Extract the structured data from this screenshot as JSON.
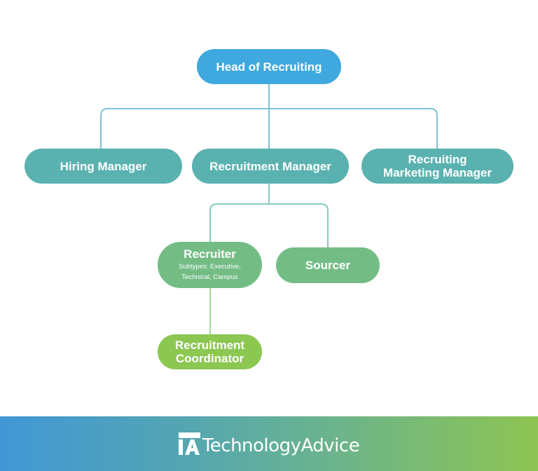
{
  "diagram": {
    "type": "org-chart",
    "root": {
      "label": "Head of Recruiting",
      "color": "#3fa8df"
    },
    "level2": [
      {
        "label": "Hiring Manager",
        "color": "#5ab2b0"
      },
      {
        "label": "Recruitment Manager",
        "color": "#5ab2b0"
      },
      {
        "label_line1": "Recruiting",
        "label_line2": "Marketing Manager",
        "color": "#5ab2b0"
      }
    ],
    "level3": [
      {
        "label": "Recruiter",
        "sublabel_line1": "Subtypes: Executive,",
        "sublabel_line2": "Technical, Campus",
        "color": "#73bd85"
      },
      {
        "label": "Sourcer",
        "color": "#73bd85"
      }
    ],
    "level4": [
      {
        "label_line1": "Recruitment",
        "label_line2": "Coordinator",
        "color": "#8cc751"
      }
    ],
    "connector_colors": {
      "top": "#7cc4d6",
      "middle": "#86cbbe",
      "bottom": "#a9d89a"
    }
  },
  "footer": {
    "logo_mark": "TA",
    "brand": "TechnologyAdvice"
  }
}
